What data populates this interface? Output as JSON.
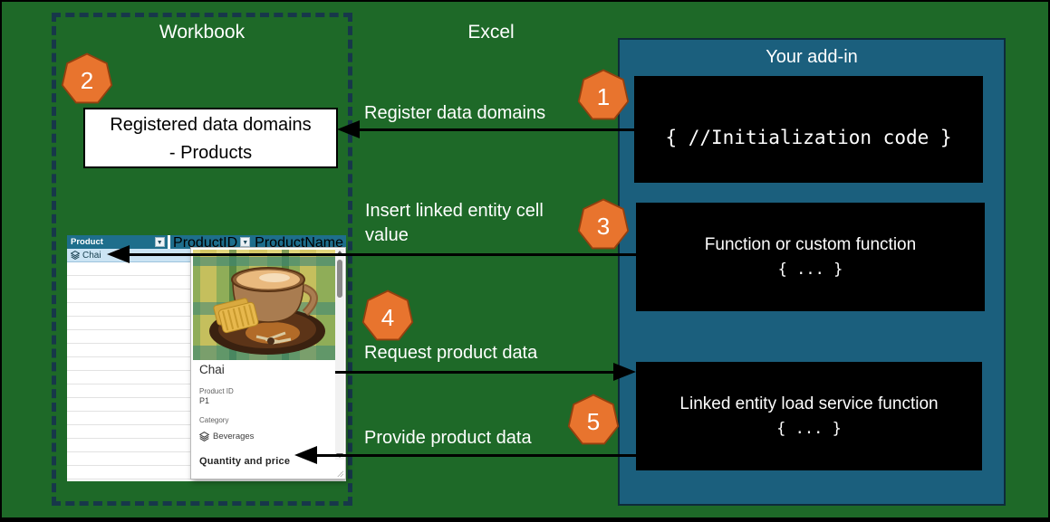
{
  "regions": {
    "workbook_title": "Workbook",
    "excel_title": "Excel",
    "addin_title": "Your add-in"
  },
  "registered_box": {
    "line1": "Registered data domains",
    "line2": "- Products"
  },
  "addin_boxes": {
    "box1_code": "{ //Initialization code }",
    "box2_title": "Function or custom function",
    "box2_code": "{ ... }",
    "box3_title": "Linked entity load service function",
    "box3_code": "{ ... }"
  },
  "flow": {
    "step1": {
      "num": "1",
      "label": "Register data domains"
    },
    "step2": {
      "num": "2"
    },
    "step3": {
      "num": "3",
      "label": "Insert linked entity cell value"
    },
    "step4": {
      "num": "4",
      "label": "Request product data"
    },
    "step5": {
      "num": "5",
      "label": "Provide product data"
    }
  },
  "sheet": {
    "col_product": "Product",
    "col_product_id": "ProductID",
    "col_product_name": "ProductName",
    "selected_cell_value": "Chai"
  },
  "card": {
    "title": "Chai",
    "field1_label": "Product ID",
    "field1_value": "P1",
    "field2_label": "Category",
    "field2_value": "Beverages",
    "section_header": "Quantity and price"
  },
  "icons": {
    "dropdown_glyph": "▼",
    "linked_entity": "stacked-diamond",
    "scroll_up": "up-triangle",
    "scroll_down": "down-triangle"
  },
  "colors": {
    "background_green": "#1E6928",
    "addin_blue": "#1B5F7D",
    "badge_orange": "#E8742E",
    "badge_stroke": "#93400F",
    "dashed_border": "#17374A",
    "table_header_teal": "#1E6E8C",
    "selected_cell_blue": "#CBE4F4",
    "code_box_black": "#000000",
    "arrow_black": "#000000"
  }
}
